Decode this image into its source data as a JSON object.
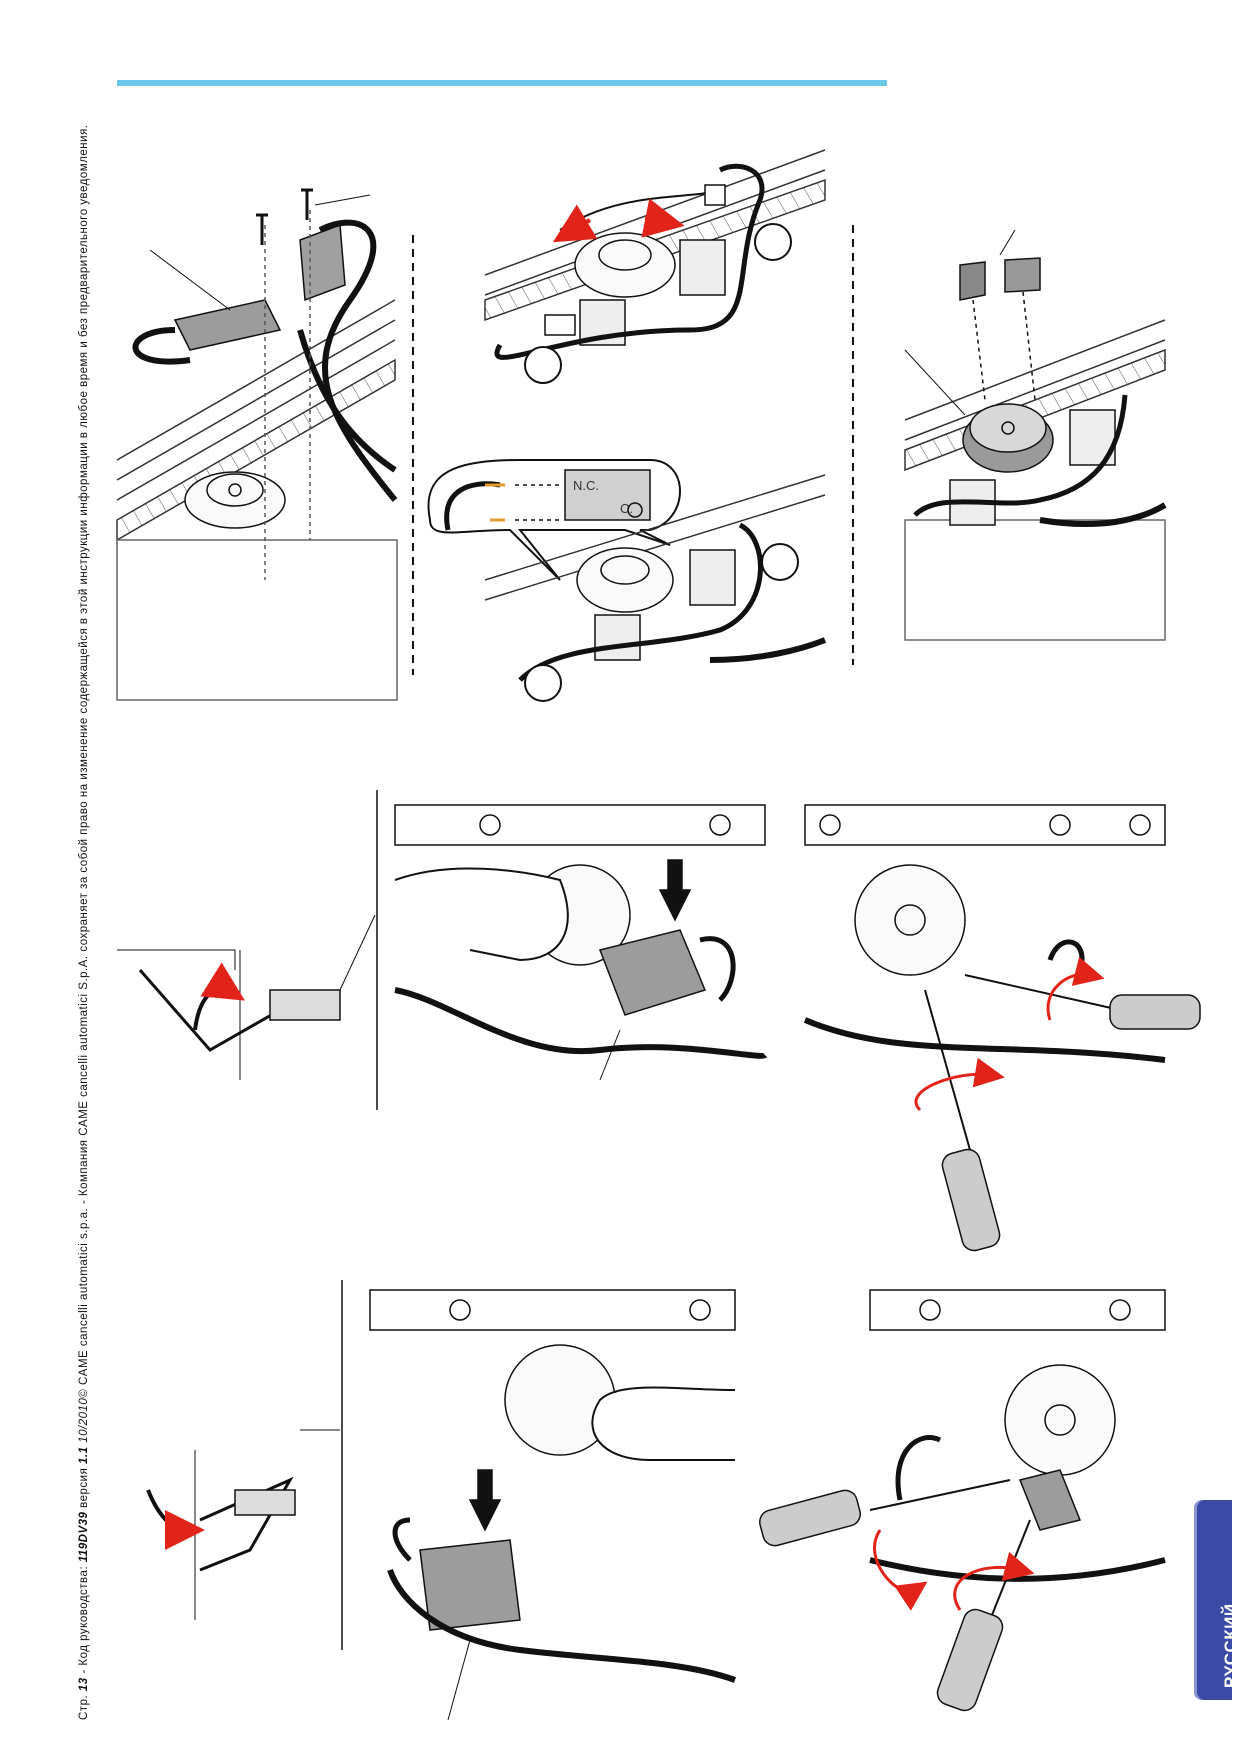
{
  "footer": {
    "page_label": "Стр.",
    "page_number": "13",
    "manual_code_label": " - Код руководства: ",
    "manual_code": "119DV39",
    "version_label": " версия ",
    "version": "1.1",
    "date": "10/2010",
    "copyright": "© CAME cancelli automatici s.p.a. - Компания CAME cancelli automatici S.p.A. сохраняет за собой право на изменение содержащейся в этой инструкции информации в любое время и без предварительного уведомления."
  },
  "language_tab": {
    "label": "РУССКИЙ",
    "color": "#3b4aa6"
  },
  "header_rule": {
    "color": "#6ec8ea"
  },
  "diagrams": {
    "contact_label_nc": "N.C.",
    "contact_label_c": "C."
  },
  "icons": [
    "screw-icon",
    "screwdriver-icon",
    "hand-icon",
    "rotation-arrow-icon",
    "down-arrow-icon"
  ]
}
